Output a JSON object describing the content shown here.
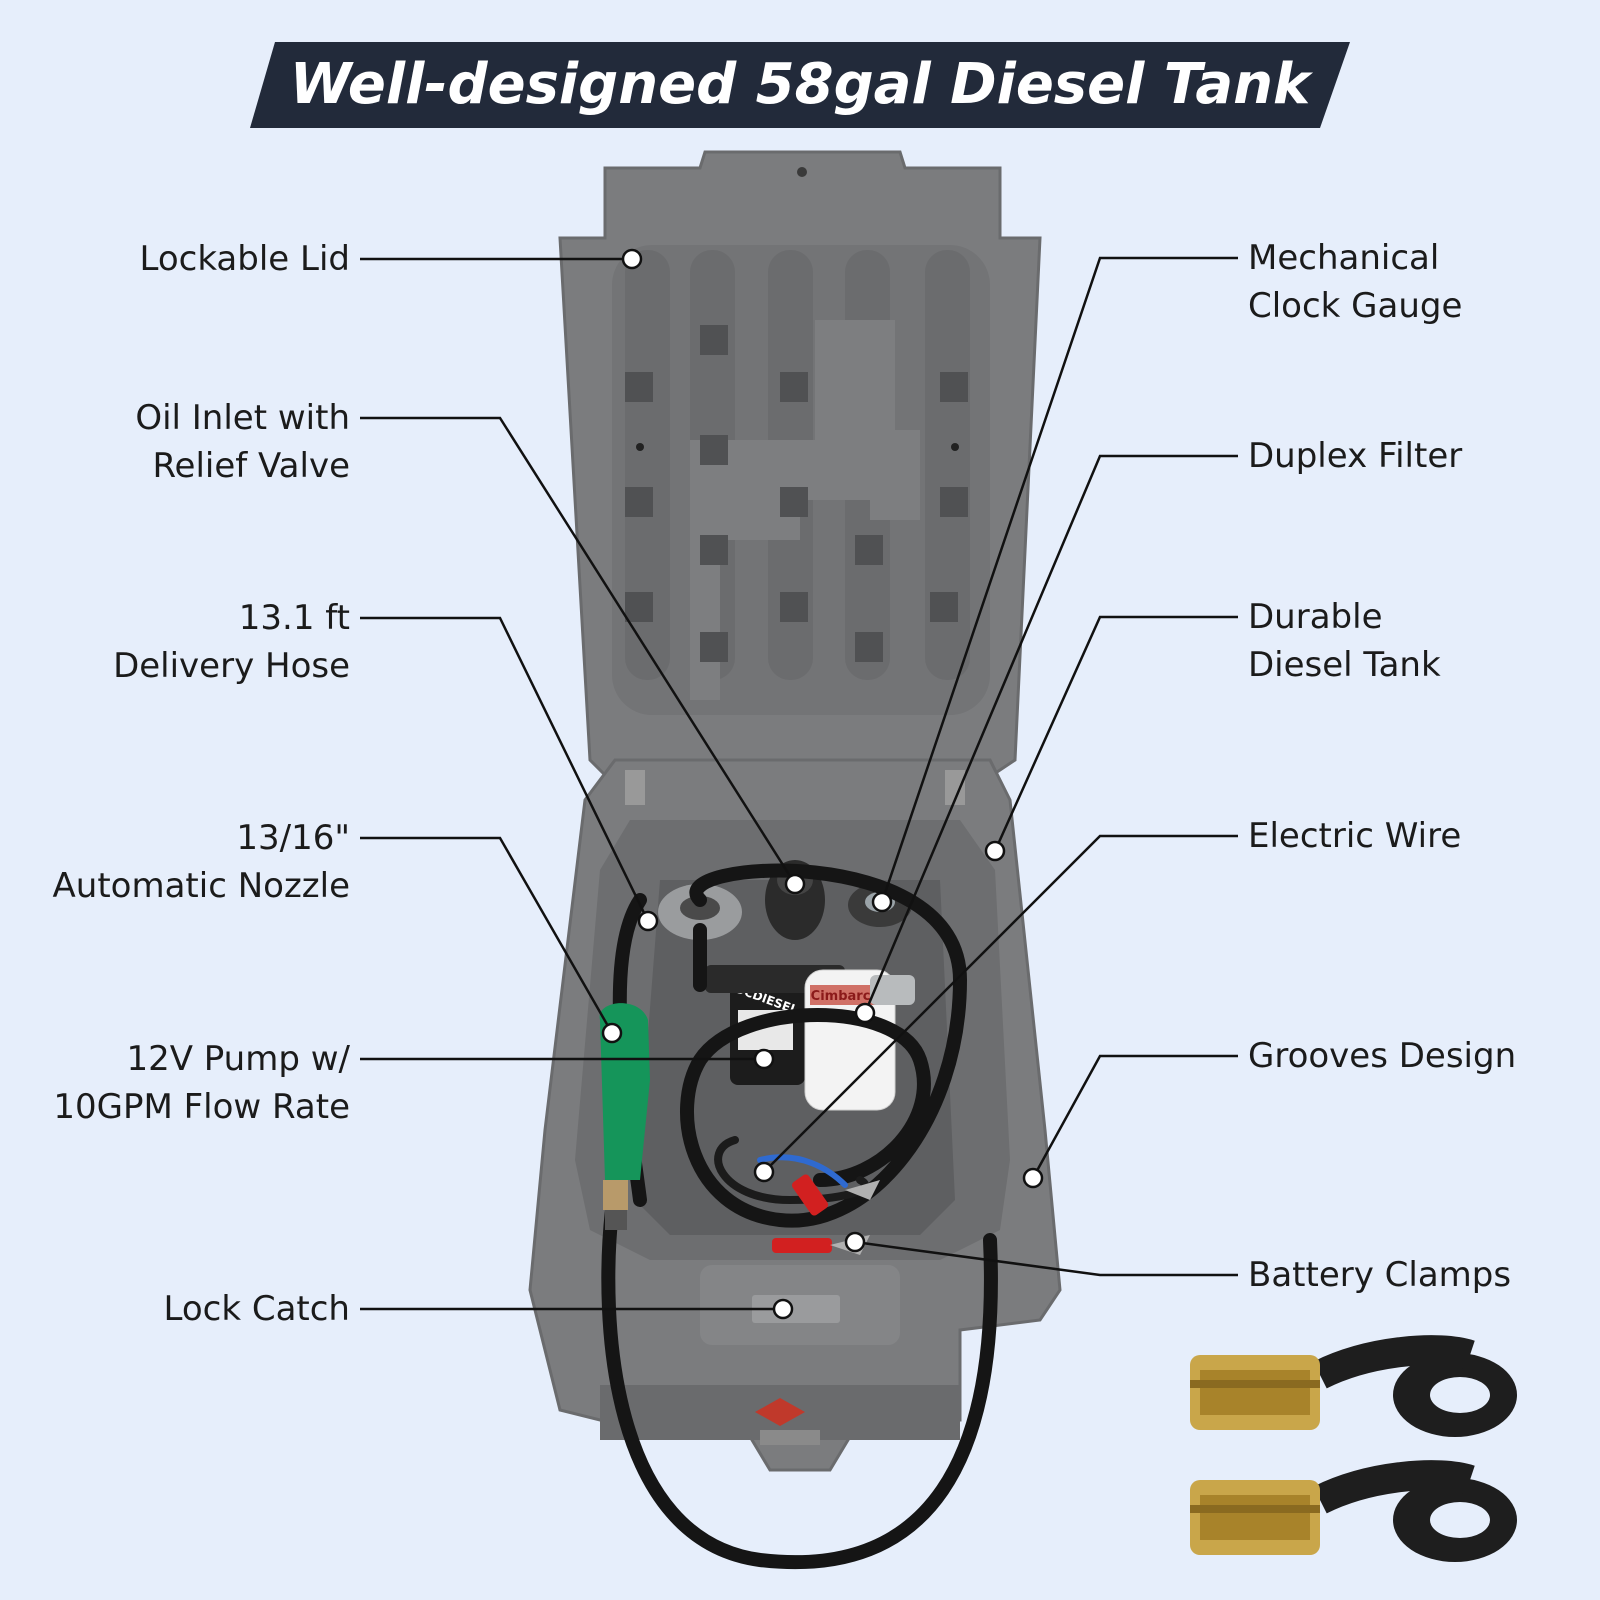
{
  "title": "Well-designed 58gal Diesel Tank",
  "colors": {
    "background": "#e6eefb",
    "banner": "#222a3a",
    "tank_gray": "#7a7b7d",
    "nozzle_green": "#15955a",
    "leader_line": "#111111"
  },
  "labels": {
    "lockable_lid": "Lockable Lid",
    "oil_inlet_1": "Oil Inlet with",
    "oil_inlet_2": "Relief Valve",
    "hose_1": "13.1 ft",
    "hose_2": "Delivery Hose",
    "nozzle_1": "13/16\"",
    "nozzle_2": "Automatic Nozzle",
    "pump_1": "12V Pump w/",
    "pump_2": "10GPM Flow Rate",
    "lock_catch": "Lock Catch",
    "gauge_1": "Mechanical",
    "gauge_2": "Clock Gauge",
    "duplex_filter": "Duplex Filter",
    "tank_1": "Durable",
    "tank_2": "Diesel Tank",
    "electric_wire": "Electric Wire",
    "grooves": "Grooves Design",
    "battery_clamps": "Battery Clamps"
  },
  "product_marks": {
    "pump_brand": "DCDIESEL",
    "filter_brand": "Cimbarco"
  }
}
